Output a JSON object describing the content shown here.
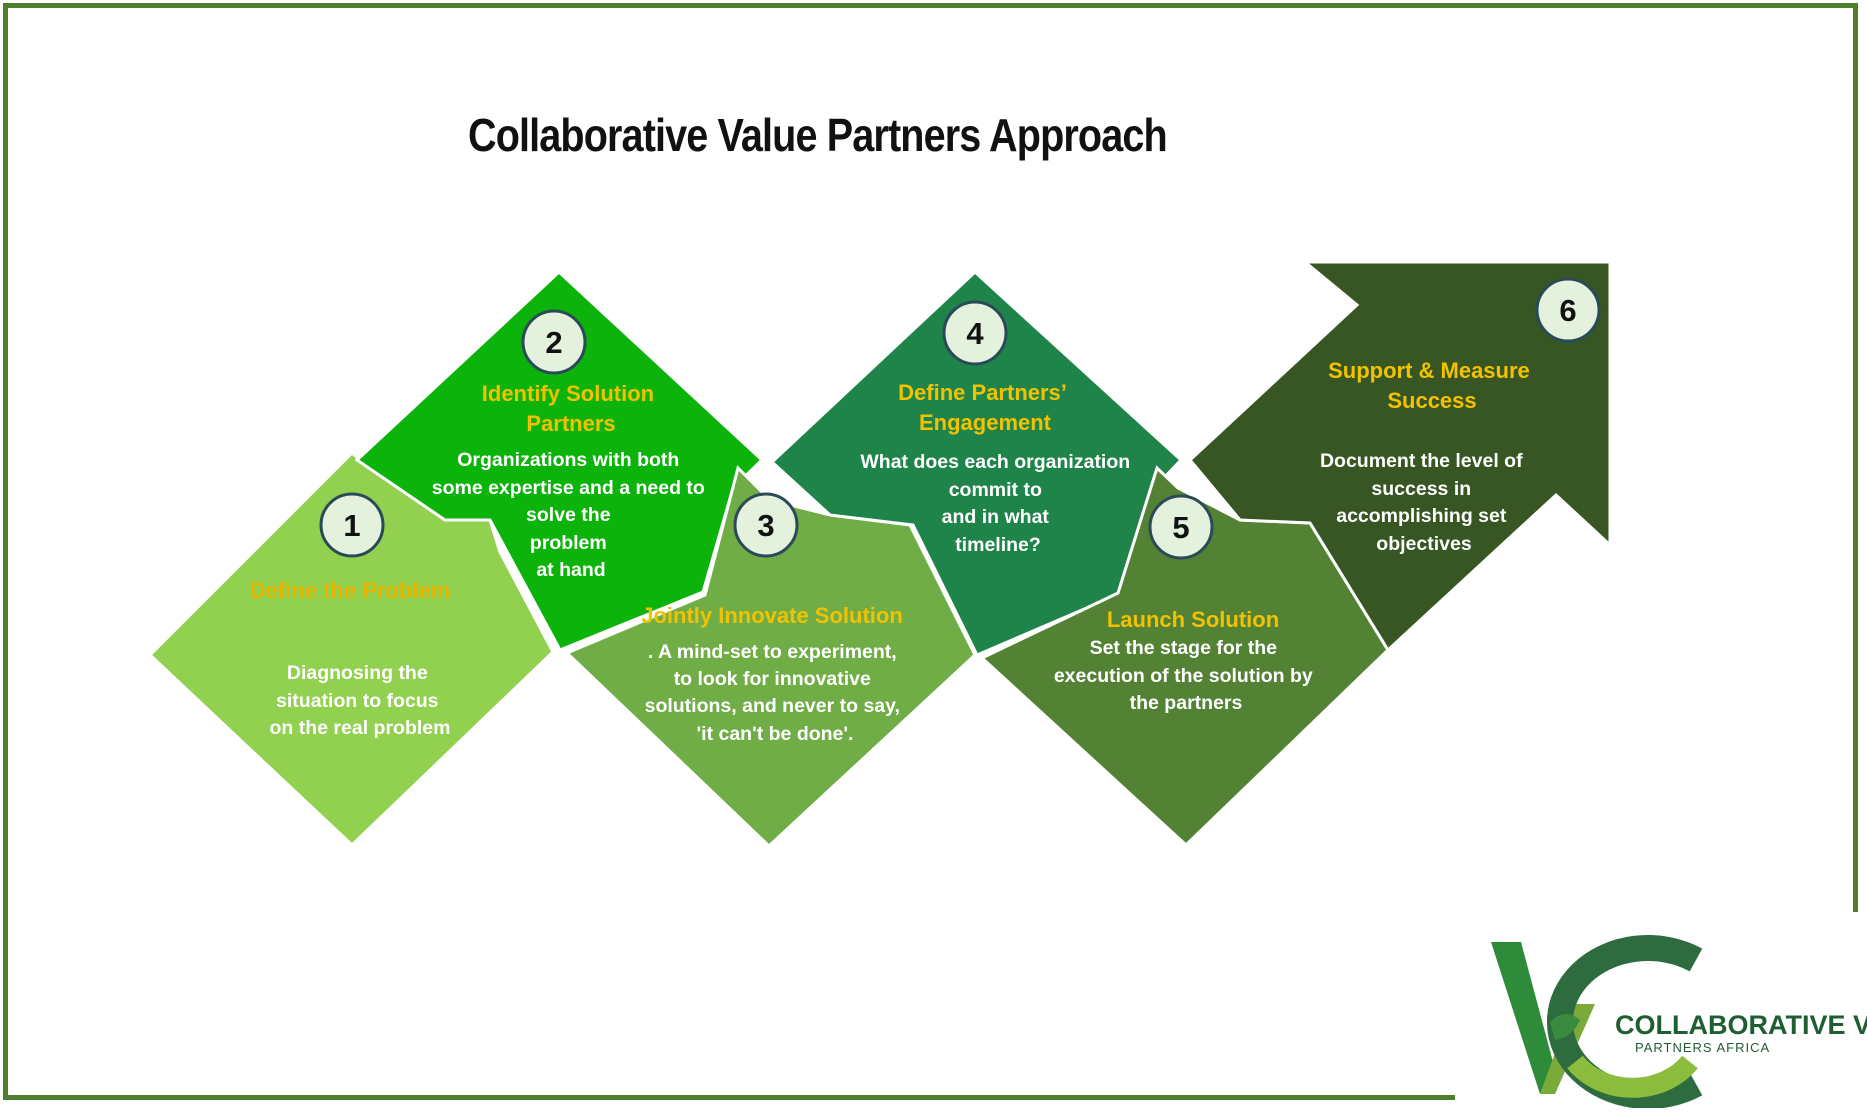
{
  "title": "Collaborative Value Partners Approach",
  "steps": [
    {
      "number": "1",
      "title": "Define the Problem",
      "desc": [
        "Diagnosing the",
        "situation to focus",
        "on the real  problem"
      ],
      "color": "#92d050"
    },
    {
      "number": "2",
      "title": [
        "Identify Solution",
        "Partners"
      ],
      "desc": [
        "Organizations with both",
        "some expertise and a need to",
        "solve the",
        "problem",
        "at hand"
      ],
      "color": "#0bb30b"
    },
    {
      "number": "3",
      "title": "Jointly Innovate Solution",
      "desc": [
        ". A mind-set to experiment,",
        "to look for innovative",
        "solutions, and never to say,",
        "'it can't be done'."
      ],
      "color": "#70ad47"
    },
    {
      "number": "4",
      "title": [
        "Define Partners’",
        "Engagement"
      ],
      "desc": [
        "What does each organization",
        "commit to",
        "and in what",
        "timeline?"
      ],
      "color": "#1e8449"
    },
    {
      "number": "5",
      "title": "Launch Solution",
      "desc": [
        "Set the stage for the",
        "execution of the solution by",
        "the partners"
      ],
      "color": "#548235"
    },
    {
      "number": "6",
      "title": [
        "Support & Measure",
        "Success"
      ],
      "desc": [
        "Document the level of",
        "success in",
        "accomplishing set",
        "objectives"
      ],
      "color": "#375623"
    }
  ],
  "logo": {
    "name": "COLLABORATIVE VALUE",
    "sub": "PARTNERS AFRICA"
  }
}
